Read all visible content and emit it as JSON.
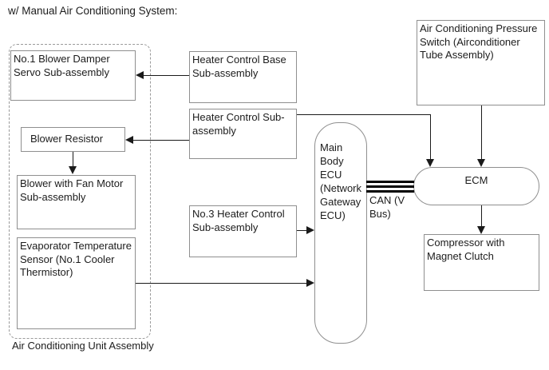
{
  "title": "w/ Manual Air Conditioning System:",
  "group": {
    "label": "Air Conditioning Unit Assembly"
  },
  "nodes": {
    "no1_blower_damper_servo": {
      "label": "No.1 Blower Damper Servo Sub-assembly"
    },
    "blower_resistor": {
      "label": "Blower Resistor"
    },
    "blower_fan_motor": {
      "label": "Blower with Fan Motor Sub-assembly"
    },
    "evaporator_sensor": {
      "label": "Evaporator Temperature Sensor (No.1 Cooler Thermistor)"
    },
    "heater_control_base": {
      "label": "Heater Control Base Sub-assembly"
    },
    "heater_control_sub": {
      "label": "Heater Control Sub-assembly"
    },
    "no3_heater_control": {
      "label": "No.3 Heater Control Sub-assembly"
    },
    "main_body_ecu": {
      "label": "Main Body ECU (Network Gateway ECU)"
    },
    "pressure_switch": {
      "label": "Air Conditioning Pressure Switch (Airconditioner Tube Assembly)"
    },
    "ecm": {
      "label": "ECM"
    },
    "compressor": {
      "label": "Compressor with Magnet Clutch"
    }
  },
  "bus": {
    "label": "CAN (V Bus)"
  },
  "edges": [
    {
      "from": "heater_control_base",
      "to": "no1_blower_damper_servo"
    },
    {
      "from": "heater_control_sub",
      "to": "blower_resistor"
    },
    {
      "from": "blower_resistor",
      "to": "blower_fan_motor"
    },
    {
      "from": "heater_control_sub",
      "to": "ecm"
    },
    {
      "from": "pressure_switch",
      "to": "ecm"
    },
    {
      "from": "no3_heater_control",
      "to": "main_body_ecu"
    },
    {
      "from": "evaporator_sensor",
      "to": "main_body_ecu"
    },
    {
      "from": "ecm",
      "to": "compressor"
    },
    {
      "from": "main_body_ecu",
      "to": "ecm",
      "type": "can_bus"
    }
  ],
  "colors": {
    "background": "#ffffff",
    "box_border": "#8f8f8f",
    "connector": "#1a1a1a",
    "text": "#1c1c1c"
  }
}
